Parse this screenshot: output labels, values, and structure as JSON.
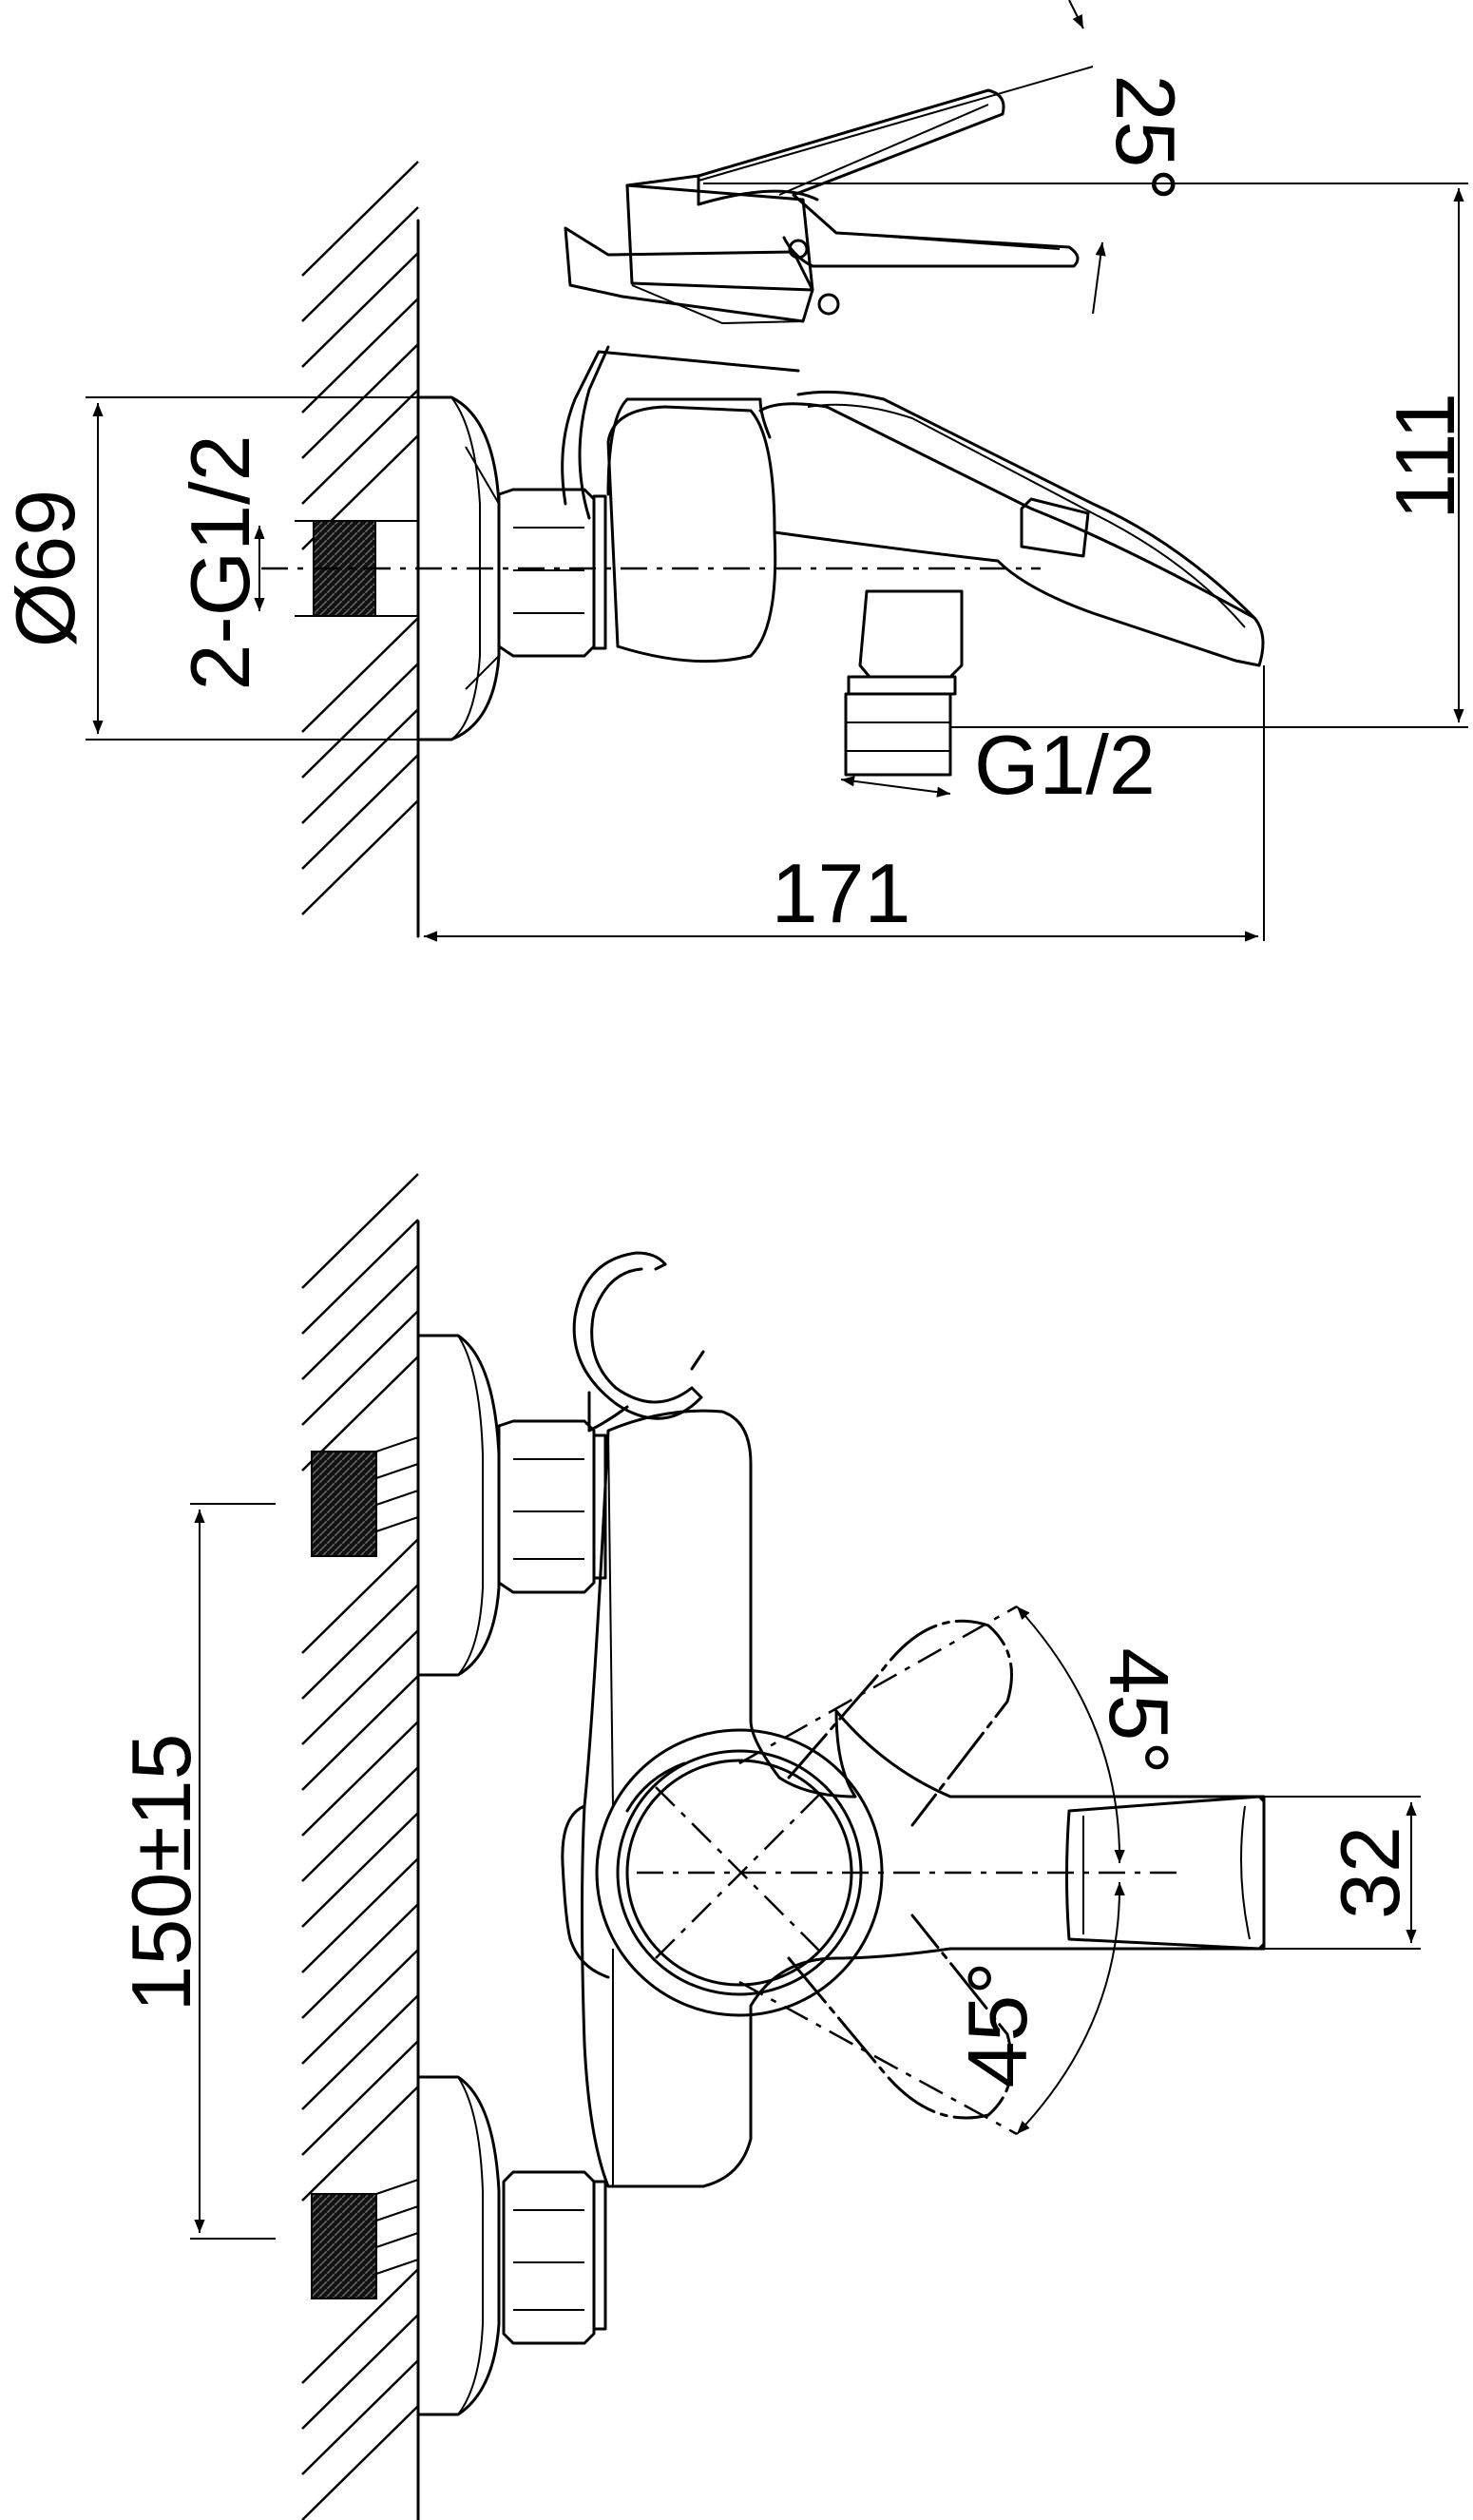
{
  "dimensions": {
    "side_view": {
      "lever_angle": "25°",
      "height": "111",
      "flange_diameter": "Ø69",
      "inlet_thread": "2-G1/2",
      "outlet_thread": "G1/2",
      "length": "171"
    },
    "front_view": {
      "center_distance": "150±15",
      "lever_angle_up": "45°",
      "lever_angle_down": "45°",
      "spout_width": "32"
    }
  }
}
